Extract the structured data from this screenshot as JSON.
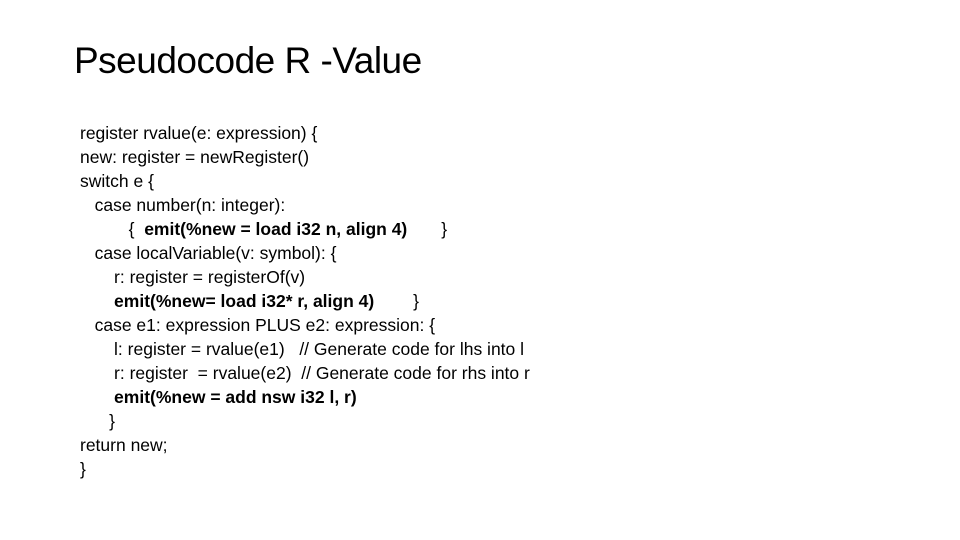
{
  "slide": {
    "title": "Pseudocode R -Value",
    "background_color": "#ffffff",
    "text_color": "#000000"
  },
  "code": {
    "lines": [
      {
        "segments": [
          {
            "text": "register rvalue(e: expression) {",
            "bold": false
          }
        ]
      },
      {
        "segments": [
          {
            "text": "new: register = newRegister()",
            "bold": false
          }
        ]
      },
      {
        "segments": [
          {
            "text": "switch e {",
            "bold": false
          }
        ]
      },
      {
        "segments": [
          {
            "text": "   case number(n: integer):",
            "bold": false
          }
        ]
      },
      {
        "segments": [
          {
            "text": "          {  ",
            "bold": false
          },
          {
            "text": "emit(%new = load i32 n, align 4)",
            "bold": true
          },
          {
            "text": "       }",
            "bold": false
          }
        ]
      },
      {
        "segments": [
          {
            "text": "   case localVariable(v: symbol): {",
            "bold": false
          }
        ]
      },
      {
        "segments": [
          {
            "text": "       r: register = registerOf(v)",
            "bold": false
          }
        ]
      },
      {
        "segments": [
          {
            "text": "       ",
            "bold": false
          },
          {
            "text": "emit(%new= load i32* r, align 4)",
            "bold": true
          },
          {
            "text": "        }",
            "bold": false
          }
        ]
      },
      {
        "segments": [
          {
            "text": "   case e1: expression PLUS e2: expression: {",
            "bold": false
          }
        ]
      },
      {
        "segments": [
          {
            "text": "       l: register = rvalue(e1)   // Generate code for lhs into l",
            "bold": false
          }
        ]
      },
      {
        "segments": [
          {
            "text": "       r: register  = rvalue(e2)  // Generate code for rhs into r",
            "bold": false
          }
        ]
      },
      {
        "segments": [
          {
            "text": "       ",
            "bold": false
          },
          {
            "text": "emit(%new = add nsw i32 l, r)",
            "bold": true
          }
        ]
      },
      {
        "segments": [
          {
            "text": "      }",
            "bold": false
          }
        ]
      },
      {
        "segments": [
          {
            "text": "return new;",
            "bold": false
          }
        ]
      },
      {
        "segments": [
          {
            "text": "}",
            "bold": false
          }
        ]
      }
    ]
  }
}
